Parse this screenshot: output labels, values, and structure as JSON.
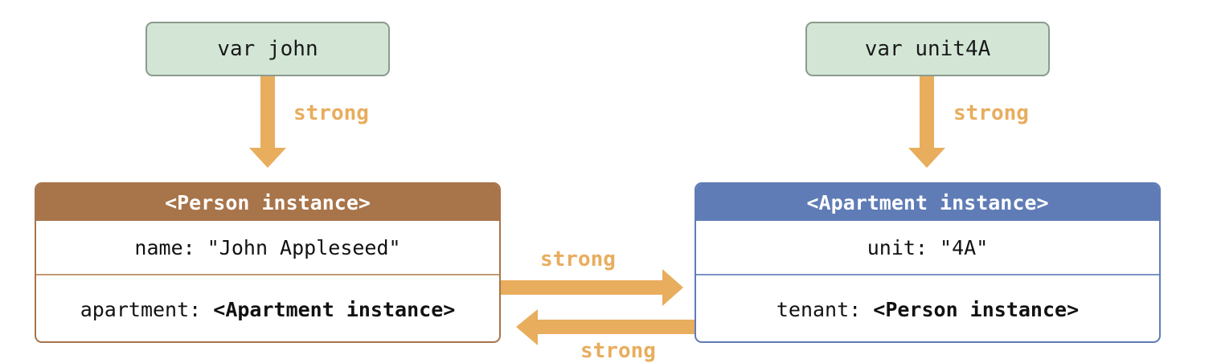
{
  "vars": {
    "john": "var john",
    "unit4a": "var unit4A"
  },
  "labels": {
    "john_to_person": "strong",
    "unit4a_to_apt": "strong",
    "person_to_apt": "strong",
    "apt_to_person": "strong"
  },
  "person": {
    "title": "<Person instance>",
    "name_key": "name:",
    "name_value": "\"John Appleseed\"",
    "apartment_key": "apartment:",
    "apartment_value": "<Apartment instance>"
  },
  "apartment": {
    "title": "<Apartment instance>",
    "unit_key": "unit:",
    "unit_value": "\"4A\"",
    "tenant_key": "tenant:",
    "tenant_value": "<Person instance>"
  },
  "colors": {
    "arrow": "#e8ad5d",
    "var_fill": "#d3e6d6",
    "person_header": "#a8744a",
    "apartment_header": "#5f7cb6"
  }
}
